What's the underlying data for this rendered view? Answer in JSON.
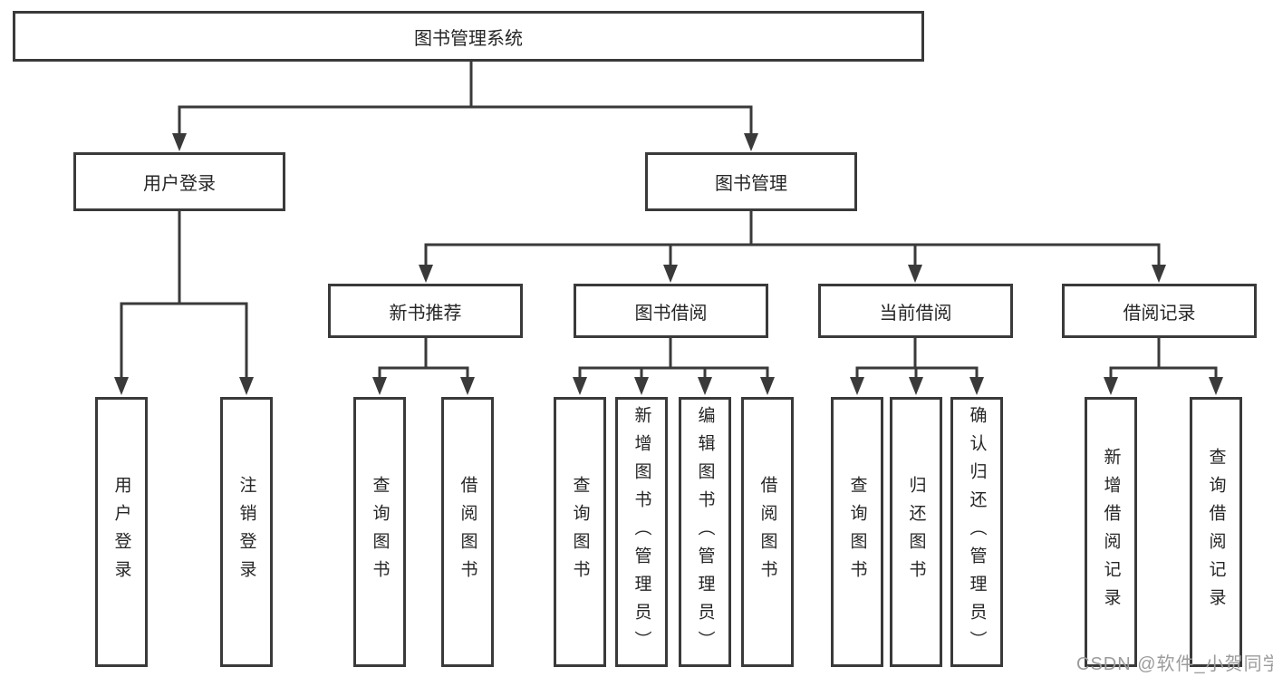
{
  "diagram_type": "function-structure-tree",
  "colors": {
    "line": "#3a3a3a",
    "box_border": "#3a3a3a",
    "text": "#262626",
    "background": "#ffffff",
    "watermark": "#9c9c9c"
  },
  "tree": {
    "label": "图书管理系统",
    "children": [
      {
        "label": "用户登录",
        "children": [
          {
            "label": "用户登录"
          },
          {
            "label": "注销登录"
          }
        ]
      },
      {
        "label": "图书管理",
        "children": [
          {
            "label": "新书推荐",
            "children": [
              {
                "label": "查询图书"
              },
              {
                "label": "借阅图书"
              }
            ]
          },
          {
            "label": "图书借阅",
            "children": [
              {
                "label": "查询图书"
              },
              {
                "label": "新增图书（管理员）"
              },
              {
                "label": "编辑图书（管理员）"
              },
              {
                "label": "借阅图书"
              }
            ]
          },
          {
            "label": "当前借阅",
            "children": [
              {
                "label": "查询图书"
              },
              {
                "label": "归还图书"
              },
              {
                "label": "确认归还（管理员）"
              }
            ]
          },
          {
            "label": "借阅记录",
            "children": [
              {
                "label": "新增借阅记录"
              },
              {
                "label": "查询借阅记录"
              }
            ]
          }
        ]
      }
    ]
  },
  "watermark": {
    "text": "CSDN @软件_小贺同学"
  }
}
